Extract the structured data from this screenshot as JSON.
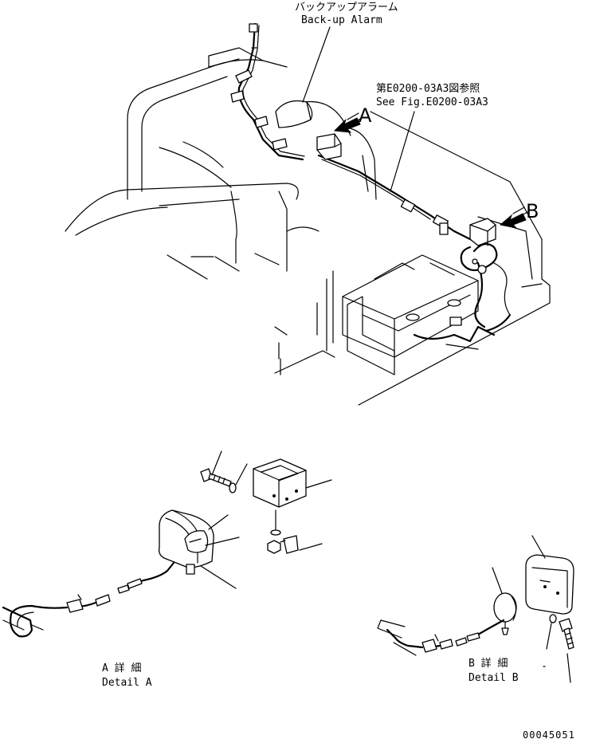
{
  "labels": {
    "backup_alarm_jp": "バックアップアラーム",
    "backup_alarm_en": "Back-up Alarm",
    "see_fig_jp": "第E0200-03A3図参照",
    "see_fig_en": "See Fig.E0200-03A3",
    "view_a": "A",
    "view_b": "B",
    "detail_a_jp": "A 詳 細",
    "detail_a_en": "Detail A",
    "detail_b_jp": "B 詳 細",
    "detail_b_en": "Detail B",
    "drawing_number": "00045051"
  }
}
